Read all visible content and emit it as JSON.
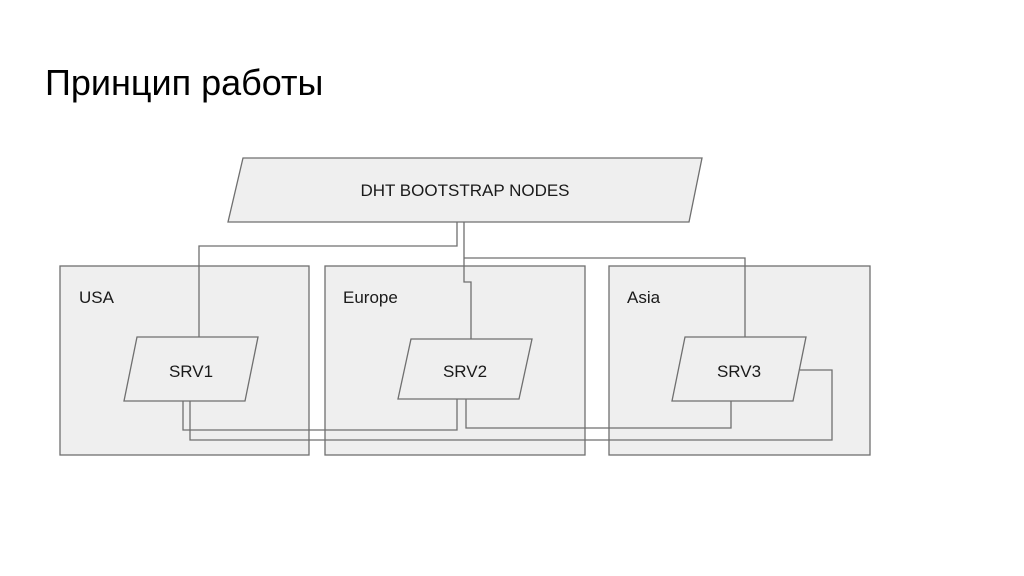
{
  "slide": {
    "title": "Принцип работы"
  },
  "diagram": {
    "bootstrap": {
      "label": "DHT BOOTSTRAP NODES"
    },
    "regions": [
      {
        "label": "USA"
      },
      {
        "label": "Europe"
      },
      {
        "label": "Asia"
      }
    ],
    "servers": [
      {
        "label": "SRV1"
      },
      {
        "label": "SRV2"
      },
      {
        "label": "SRV3"
      }
    ]
  }
}
